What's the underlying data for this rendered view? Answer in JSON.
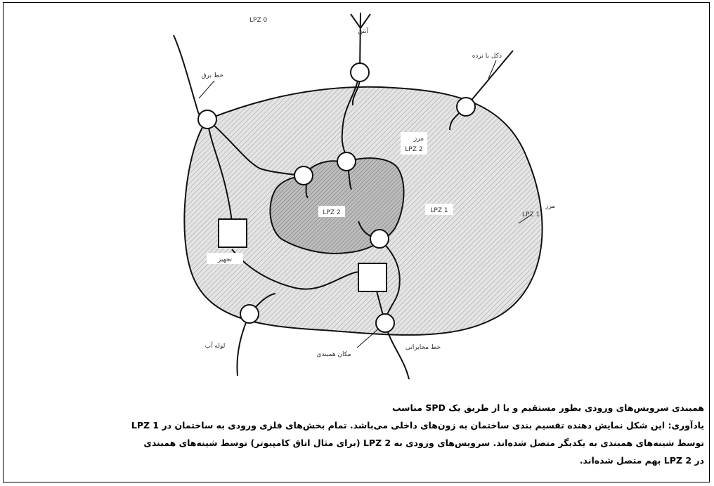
{
  "diagram": {
    "labels": {
      "lpz0": "LPZ 0",
      "antenna": "آنتن",
      "mast": "دکل با نرده",
      "power_line": "خط برق",
      "boundary_lpz2_word": "مرز",
      "boundary_lpz2_zone": "LPZ 2",
      "lpz2_center": "LPZ 2",
      "lpz1_center": "LPZ 1",
      "boundary_lpz1_word": "مرز",
      "boundary_lpz1_zone": "LPZ 1",
      "equipment": "تجهیز",
      "water_pipe": "لوله آب",
      "bonding_location": "مکان همبندی",
      "telecom_line": "خط مخابراتی"
    },
    "colors": {
      "lpz1_fill": "#e2e2e2",
      "lpz2_fill": "#bcbcbc",
      "stroke": "#111111"
    }
  },
  "caption": {
    "line1": "همبندی سرویس‌های ورودی بطور مستقیم و یا از طریق یک SPD مناسب",
    "line2": "یادآوری: این شکل نمایش دهنده تقسیم بندی ساختمان به زون‌های داخلی می‌باشد. تمام بخش‌های فلزی ورودی به ساختمان در LPZ 1",
    "line3": "توسط شینه‌های همبندی به یکدیگر متصل شده‌اند. سرویس‌های ورودی به LPZ 2 (برای مثال اتاق کامپیوتر) توسط شینه‌های همبندی",
    "line4": "در LPZ 2 بهم متصل شده‌اند."
  }
}
